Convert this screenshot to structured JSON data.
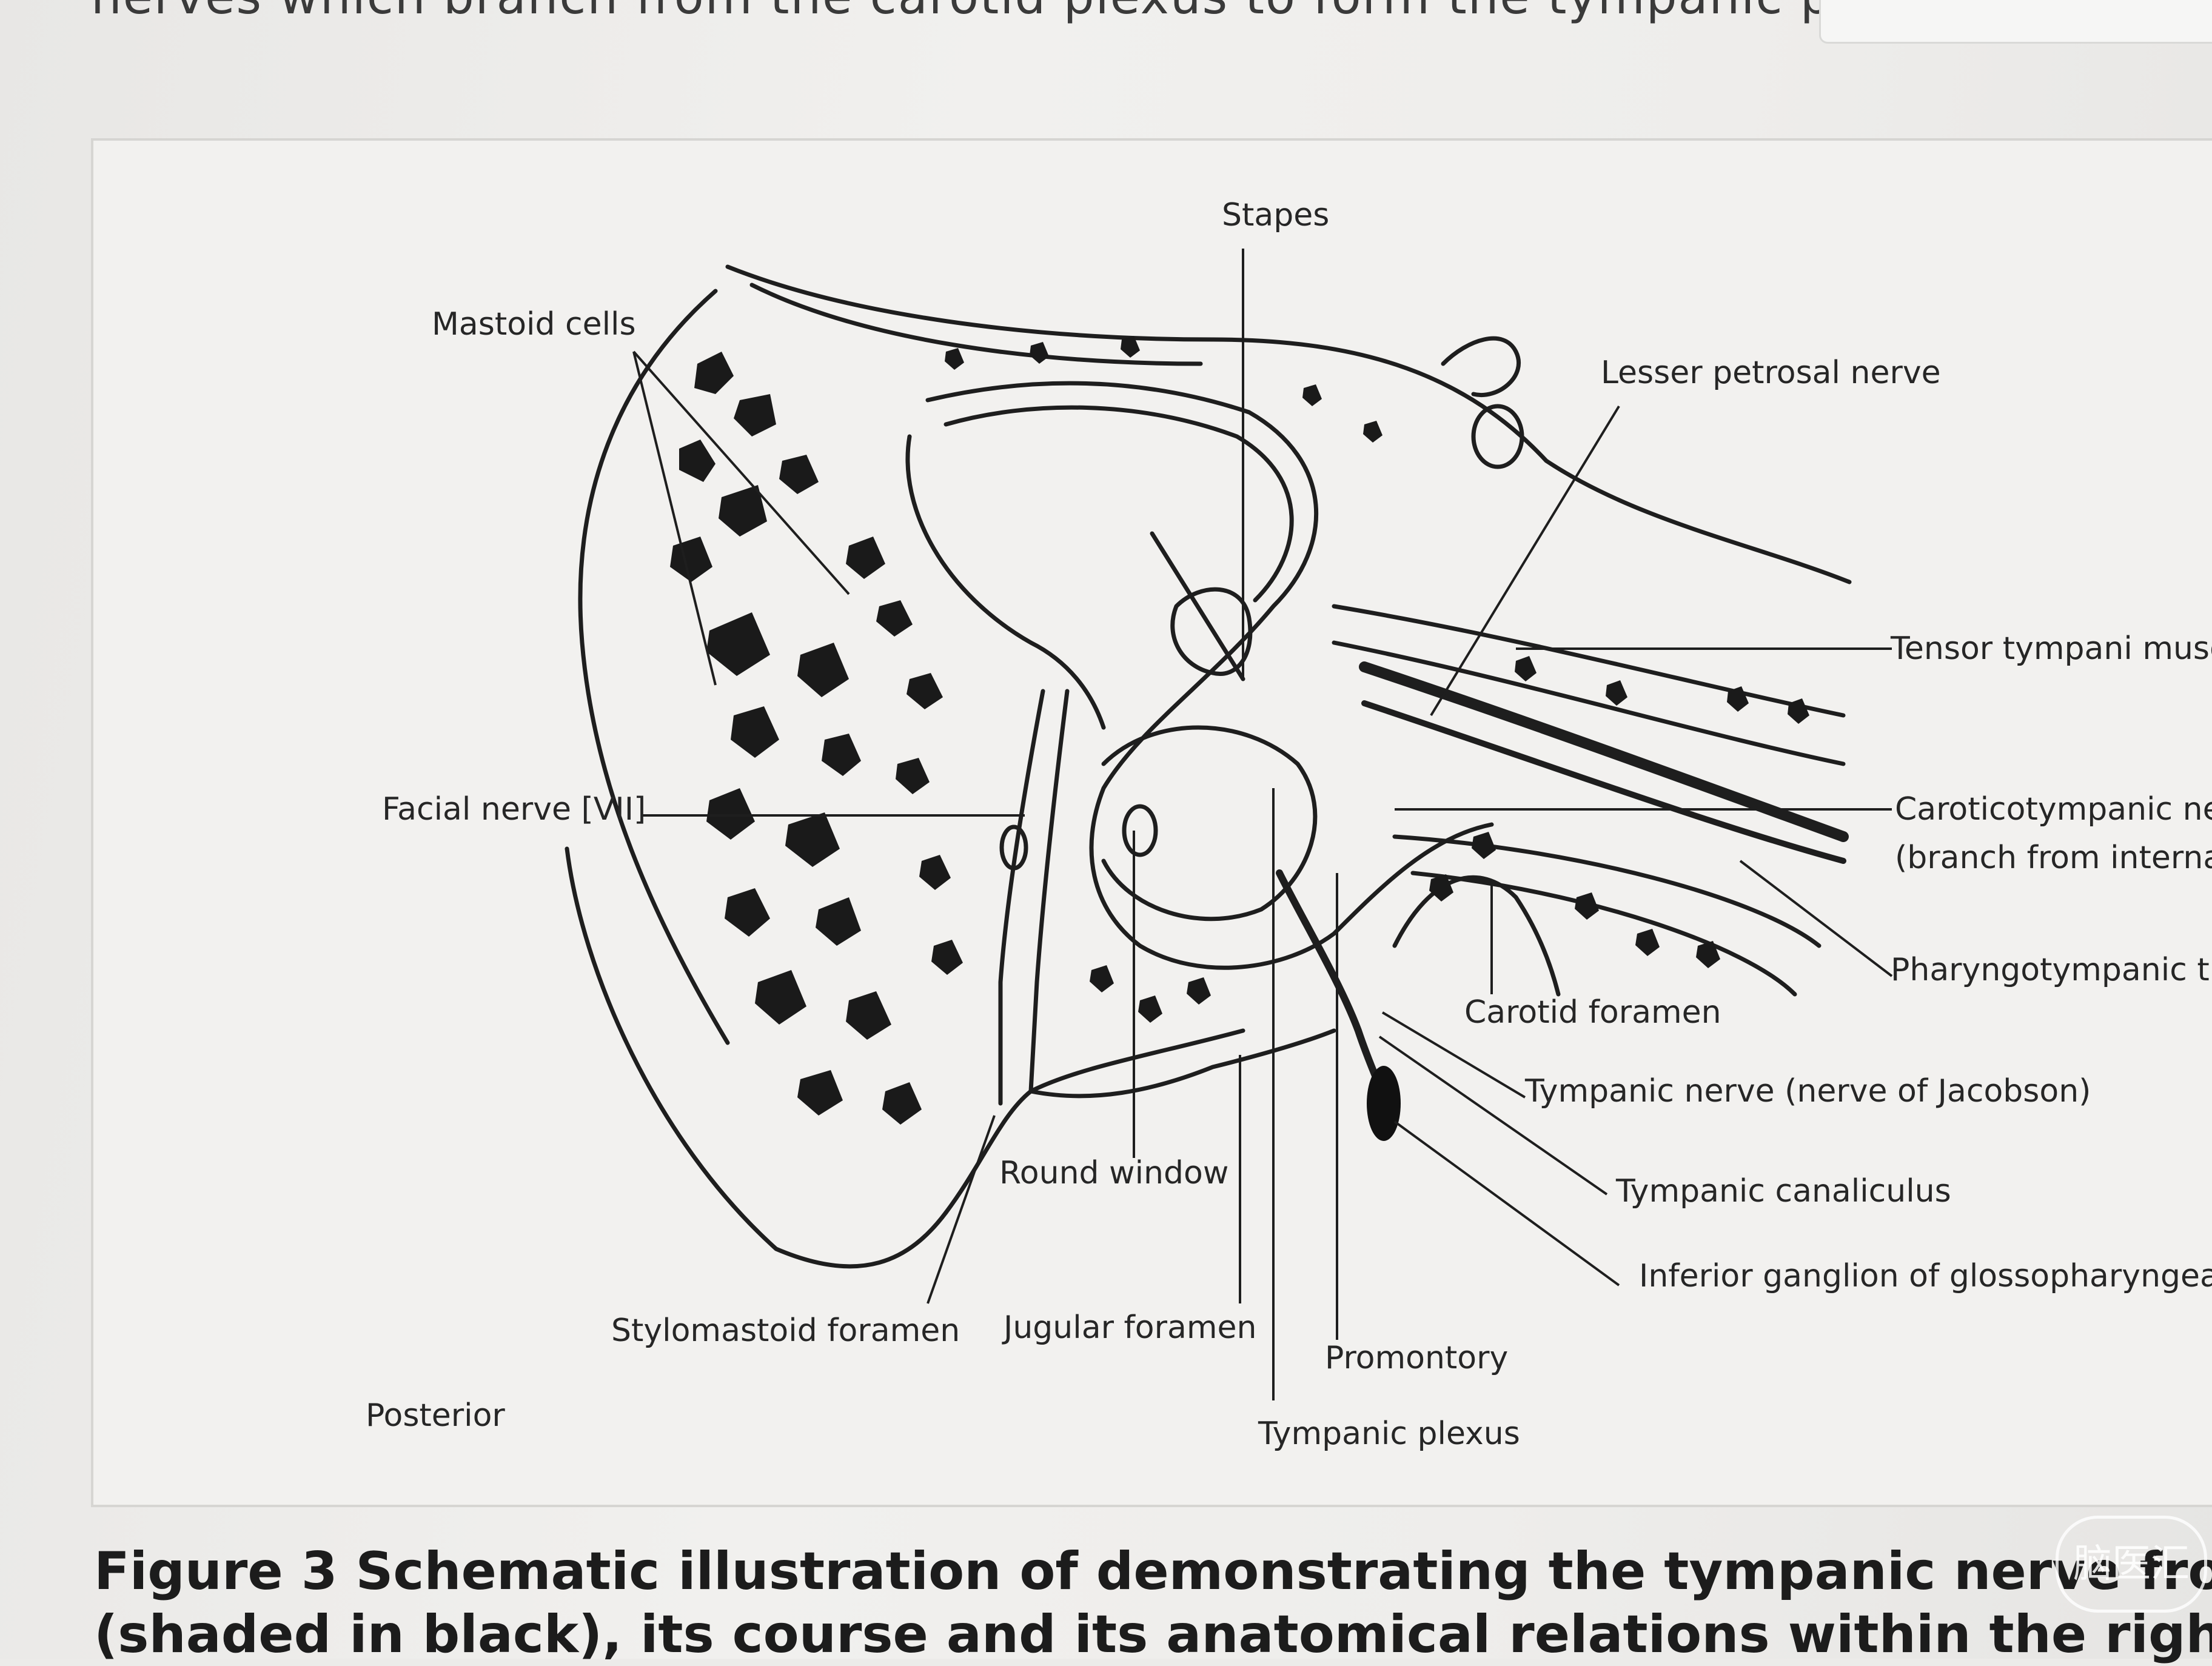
{
  "page": {
    "top_text": "nerves which branch from the carotid plexus to form the tympanic p",
    "background_color": "#eceae8"
  },
  "figure": {
    "labels": {
      "stapes": "Stapes",
      "mastoid_cells": "Mastoid cells",
      "lesser_petrosal_nerve": "Lesser petrosal nerve",
      "tensor_tympani": "Tensor tympani musc",
      "facial_nerve": "Facial nerve [VII]",
      "caroticotympanic_1": "Caroticotympanic ne",
      "caroticotympanic_2": "(branch from interna",
      "pharyngotympanic": "Pharyngotympanic tu",
      "carotid_foramen": "Carotid foramen",
      "tympanic_nerve": "Tympanic nerve (nerve of Jacobson)",
      "tympanic_canaliculus": "Tympanic canaliculus",
      "inferior_ganglion": "Inferior ganglion of glossopharyngea",
      "round_window": "Round window",
      "stylomastoid_foramen": "Stylomastoid foramen",
      "jugular_foramen": "Jugular foramen",
      "promontory": "Promontory",
      "tympanic_plexus": "Tympanic plexus",
      "posterior": "Posterior"
    },
    "caption_line1": "Figure 3 Schematic illustration of demonstrating the tympanic nerve from",
    "caption_line2": "(shaded in black), its course and its anatomical relations within the right",
    "watermark": "脑医汇"
  },
  "colors": {
    "ink": "#1e1e1e",
    "frame_bg": "#f2f1ef",
    "label_text": "#262626"
  }
}
